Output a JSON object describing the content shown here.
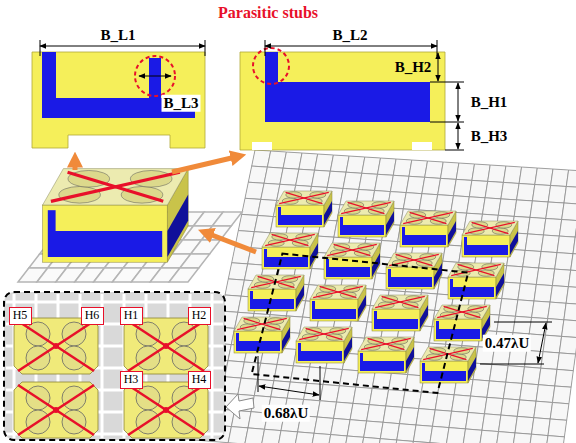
{
  "diagram": {
    "nodes": [
      {
        "text": [
          "H5"
        ]
      },
      {
        "text": [
          "H6"
        ]
      },
      {
        "text": [
          "H1"
        ]
      },
      {
        "text": [
          "H2"
        ]
      },
      {
        "text": [
          "H3"
        ]
      },
      {
        "text": [
          "H4"
        ]
      }
    ],
    "labels": [
      "Parasitic stubs",
      "B_L1",
      "B_L2",
      "B_L3",
      "B_H2",
      "B_H1",
      "B_H3",
      "0.47λU",
      "0.68λU"
    ]
  }
}
